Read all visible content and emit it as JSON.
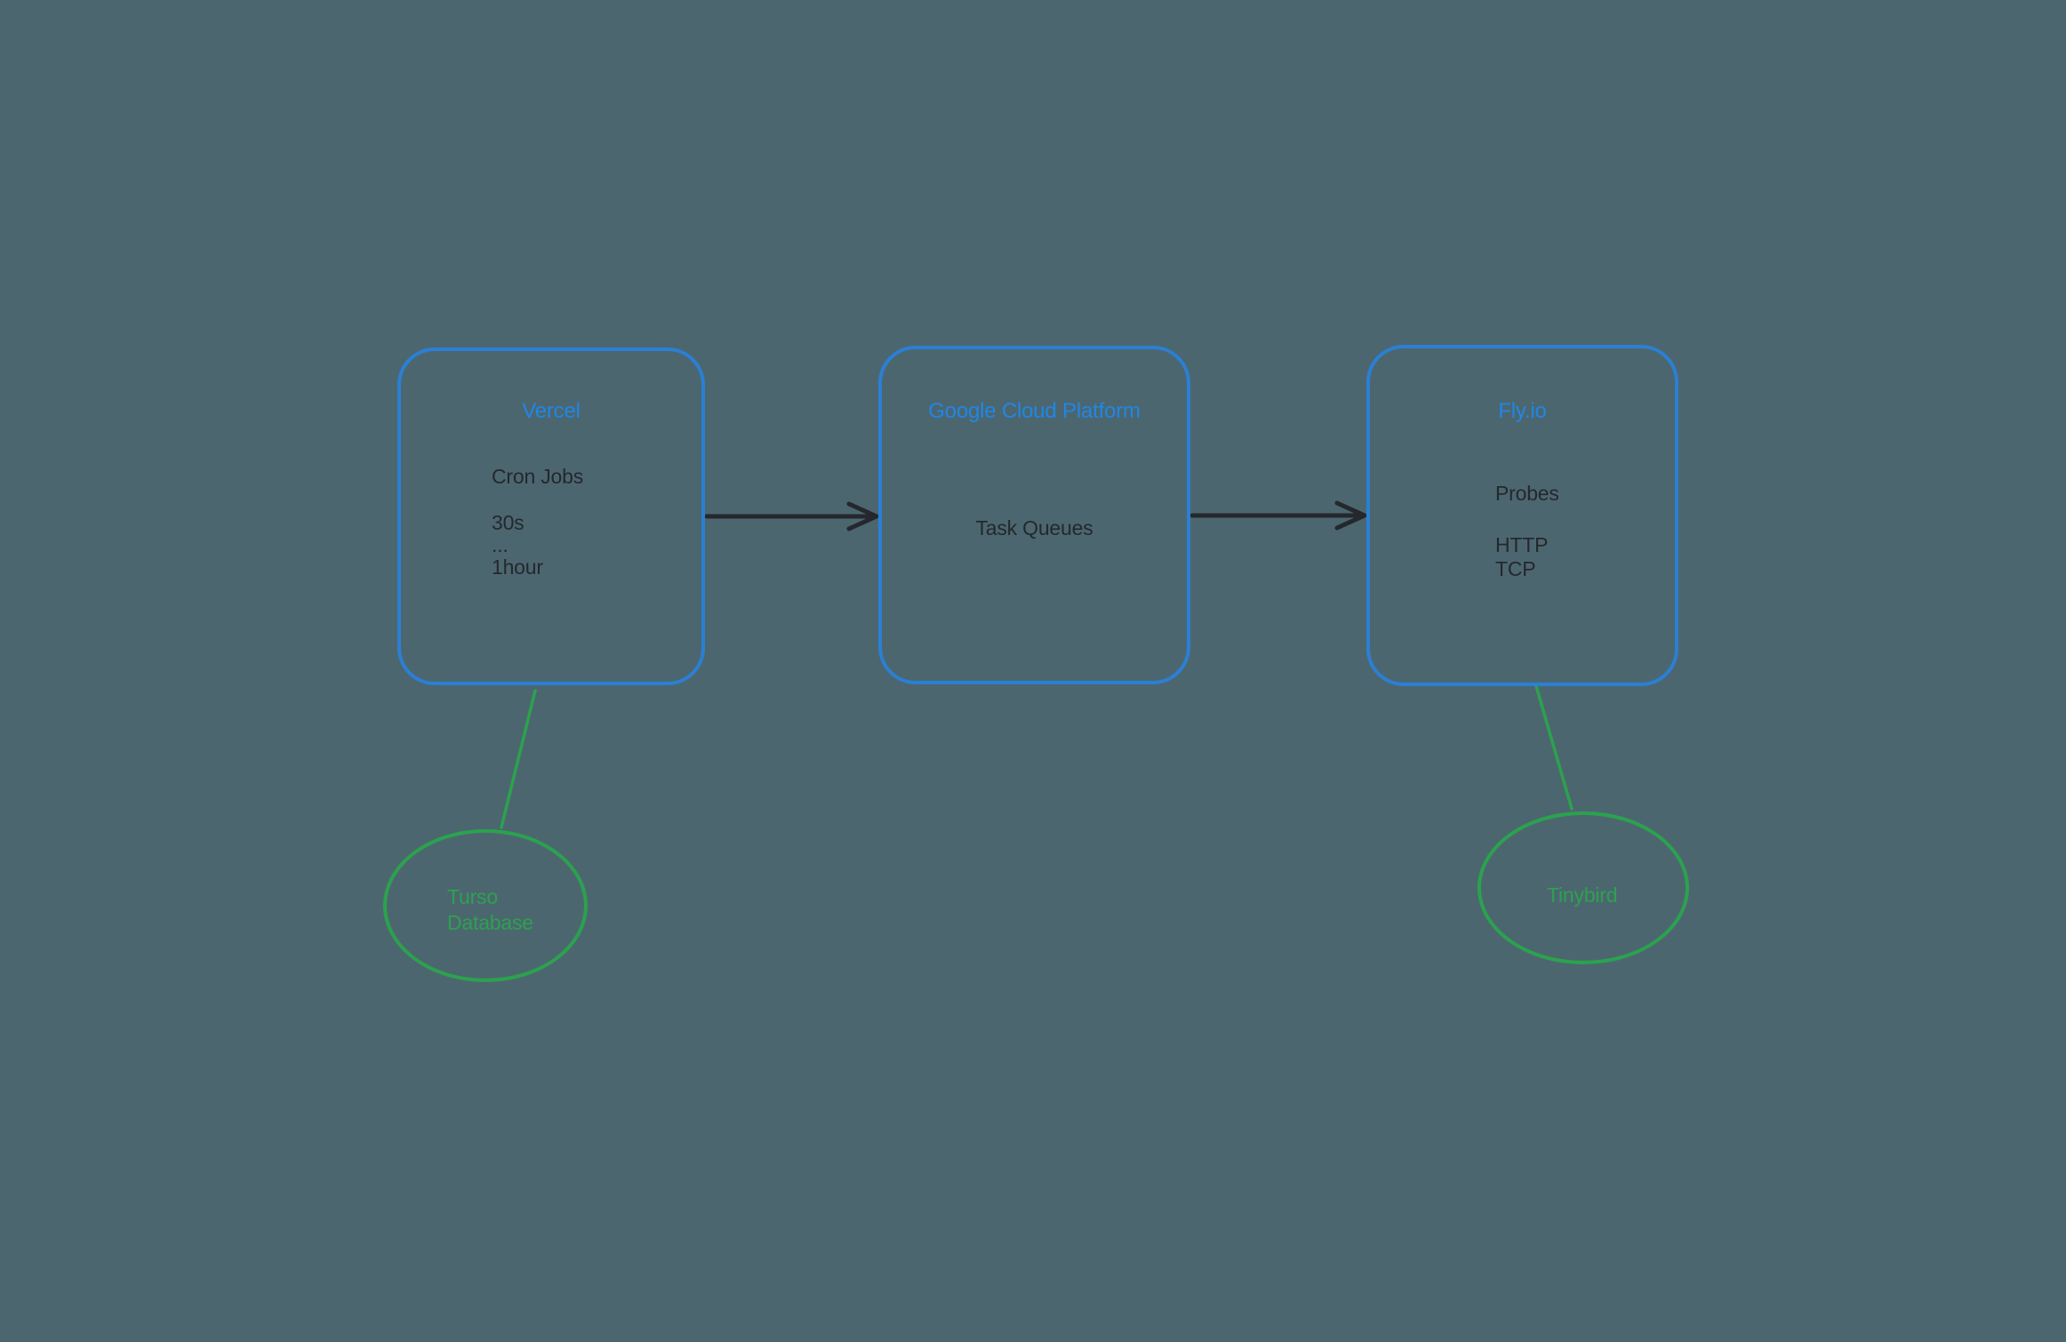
{
  "colors": {
    "background": "#4c6670",
    "node_stroke": "#2a80d4",
    "node_title": "#1f87e5",
    "accent_green": "#2ba24e",
    "ink": "#24282c"
  },
  "nodes": {
    "vercel": {
      "title": "Vercel",
      "body1": "Cron Jobs",
      "body2_line1": "30s",
      "body2_line2": "...",
      "body2_line3": "1hour"
    },
    "gcp": {
      "title": "Google Cloud Platform",
      "body1": "Task Queues"
    },
    "fly": {
      "title": "Fly.io",
      "body1": "Probes",
      "body2_line1": "HTTP",
      "body2_line2": "TCP"
    },
    "turso": {
      "line1": "Turso",
      "line2": "Database"
    },
    "tinybird": {
      "line1": "Tinybird"
    }
  }
}
